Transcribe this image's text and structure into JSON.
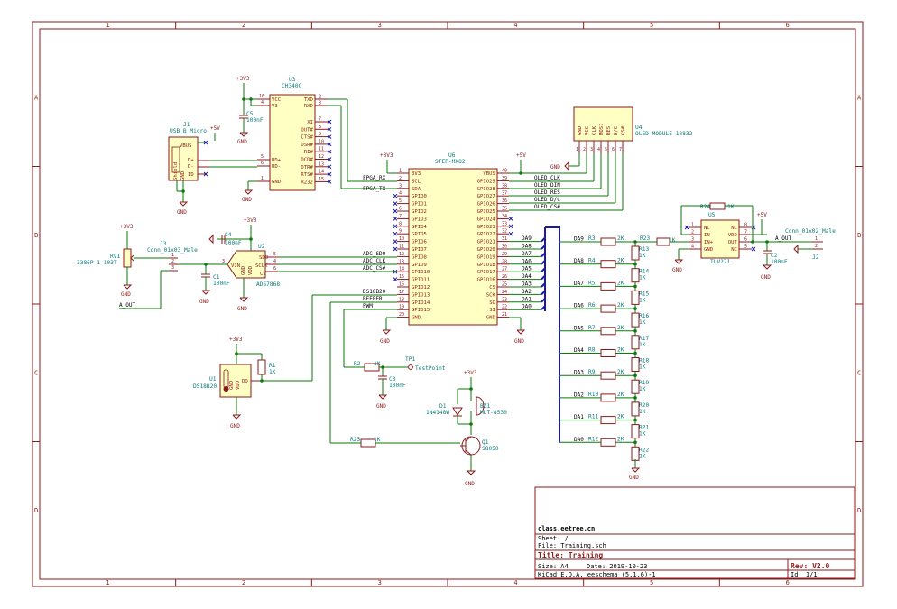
{
  "frame": {
    "columns": [
      "1",
      "2",
      "3",
      "4",
      "5",
      "6"
    ],
    "rows": [
      "A",
      "B",
      "C",
      "D"
    ]
  },
  "title_block": {
    "company": "class.eetree.cn",
    "sheet": "Sheet: /",
    "file": "File: Training.sch",
    "title": "Title: Training",
    "size": "Size: A4",
    "date": "Date: 2019-10-23",
    "rev": "Rev: V2.0",
    "tool": "KiCad E.D.A.  eeschema (5.1.6)-1",
    "id": "Id: 1/1"
  },
  "components": {
    "u3": {
      "ref": "U3",
      "value": "CH340C",
      "pins_left": [
        "VCC",
        "V3",
        "",
        "",
        "UD+",
        "UD-",
        "",
        "GND"
      ],
      "pins_right": [
        "TXD",
        "RXD",
        "XI",
        "OUT#",
        "CTS#",
        "DSR#",
        "RI#",
        "DCD#",
        "DTR#",
        "RTS#",
        "R232"
      ],
      "nums_left": [
        "16",
        "4",
        "5",
        "6",
        "1"
      ],
      "nums_right": [
        "2",
        "3",
        "7",
        "8",
        "9",
        "10",
        "11",
        "12",
        "13",
        "14",
        "15"
      ]
    },
    "j1": {
      "ref": "J1",
      "value": "USB_B_Micro",
      "pins": [
        "VBUS",
        "D+",
        "D-",
        "ID",
        "Shield",
        "GND"
      ]
    },
    "c5": {
      "ref": "C5",
      "value": "100nF"
    },
    "u6": {
      "ref": "U6",
      "value": "STEP-MXO2",
      "pins_left": [
        "3V3",
        "SCL",
        "SDA",
        "GPIO0",
        "GPIO1",
        "GPIO2",
        "GPIO3",
        "GPIO4",
        "GPIO5",
        "GPIO6",
        "GPIO7",
        "GPIO8",
        "GPIO9",
        "GPIO10",
        "GPIO11",
        "GPIO12",
        "GPIO13",
        "GPIO14",
        "GPIO15",
        "GND"
      ],
      "nums_left": [
        "1",
        "2",
        "3",
        "4",
        "5",
        "6",
        "7",
        "8",
        "9",
        "10",
        "11",
        "12",
        "13",
        "14",
        "15",
        "16",
        "17",
        "18",
        "19",
        "20"
      ],
      "pins_right": [
        "VBUS",
        "GPIO29",
        "GPIO28",
        "GPIO27",
        "GPIO26",
        "GPIO25",
        "GPIO24",
        "GPIO23",
        "GPIO22",
        "GPIO21",
        "GPIO20",
        "GPIO19",
        "GPIO18",
        "GPIO17",
        "GPIO16",
        "CS",
        "SCK",
        "SO",
        "SI",
        "GND"
      ],
      "nums_right": [
        "40",
        "39",
        "38",
        "37",
        "36",
        "35",
        "34",
        "33",
        "32",
        "31",
        "30",
        "29",
        "28",
        "27",
        "26",
        "25",
        "24",
        "23",
        "22",
        "21"
      ]
    },
    "u4": {
      "ref": "U4",
      "value": "OLED-MODULE-12832",
      "pins": [
        "GND",
        "VCC",
        "CLK",
        "MOSI",
        "RES",
        "D/C",
        "CS#"
      ],
      "nums": [
        "1",
        "2",
        "3",
        "4",
        "5",
        "6",
        "7"
      ]
    },
    "u2": {
      "ref": "U2",
      "value": "ADS7868",
      "pins": [
        "SDO",
        "SCLK",
        "CS",
        "VIN",
        "GND",
        "VDD"
      ],
      "nums": [
        "5",
        "4",
        "6",
        "3",
        "2",
        "1"
      ]
    },
    "c4": {
      "ref": "C4",
      "value": "100nF"
    },
    "c1": {
      "ref": "C1",
      "value": "100nF"
    },
    "rv1": {
      "ref": "RV1",
      "value": "3386P-1-103T"
    },
    "j3": {
      "ref": "J3",
      "value": "Conn_01x03_Male",
      "nums": [
        "1",
        "2",
        "3"
      ]
    },
    "u1": {
      "ref": "U1",
      "value": "DS18B20",
      "pins": [
        "GND",
        "VDD",
        "DQ"
      ],
      "nums": [
        "1",
        "3",
        "2"
      ]
    },
    "r1": {
      "ref": "R1",
      "value": "1K"
    },
    "r2": {
      "ref": "R2",
      "value": "1K"
    },
    "tp1": {
      "ref": "TP1",
      "value": "TestPoint"
    },
    "c3": {
      "ref": "C3",
      "value": "100nF"
    },
    "d1": {
      "ref": "D1",
      "value": "1N4148W"
    },
    "bz1": {
      "ref": "BZ1",
      "value": "MLT-8530"
    },
    "r25": {
      "ref": "R25",
      "value": "1K"
    },
    "q1": {
      "ref": "Q1",
      "value": "S8050"
    },
    "r24": {
      "ref": "R24",
      "value": "1K"
    },
    "r23": {
      "ref": "R23",
      "value": "1K"
    },
    "u5": {
      "ref": "U5",
      "value": "TLV271",
      "pins_left": [
        "NC",
        "IN-",
        "IN+",
        "GND"
      ],
      "pins_right": [
        "NC",
        "VDD",
        "OUT",
        "NC"
      ],
      "nums_left": [
        "1",
        "2",
        "3",
        "4"
      ],
      "nums_right": [
        "8",
        "7",
        "6",
        "5"
      ]
    },
    "c2": {
      "ref": "C2",
      "value": "100nF"
    },
    "j2": {
      "ref": "J2",
      "value": "Conn_01x02_Male",
      "nums": [
        "1",
        "2"
      ]
    }
  },
  "ladder_series": [
    {
      "net": "DA9",
      "ref": "R3",
      "value": "2K"
    },
    {
      "net": "DA8",
      "ref": "R4",
      "value": "2K"
    },
    {
      "net": "DA7",
      "ref": "R5",
      "value": "2K"
    },
    {
      "net": "DA6",
      "ref": "R6",
      "value": "2K"
    },
    {
      "net": "DA5",
      "ref": "R7",
      "value": "2K"
    },
    {
      "net": "DA4",
      "ref": "R8",
      "value": "2K"
    },
    {
      "net": "DA3",
      "ref": "R9",
      "value": "2K"
    },
    {
      "net": "DA2",
      "ref": "R10",
      "value": "2K"
    },
    {
      "net": "DA1",
      "ref": "R11",
      "value": "2K"
    },
    {
      "net": "DA0",
      "ref": "R12",
      "value": "2K"
    }
  ],
  "ladder_shunt": [
    {
      "ref": "R13",
      "value": "1K"
    },
    {
      "ref": "R14",
      "value": "1K"
    },
    {
      "ref": "R15",
      "value": "1K"
    },
    {
      "ref": "R16",
      "value": "1K"
    },
    {
      "ref": "R17",
      "value": "1K"
    },
    {
      "ref": "R18",
      "value": "1K"
    },
    {
      "ref": "R19",
      "value": "1K"
    },
    {
      "ref": "R20",
      "value": "1K"
    },
    {
      "ref": "R21",
      "value": "1K"
    },
    {
      "ref": "R22",
      "value": "2K"
    }
  ],
  "bus_nets": [
    "DA9",
    "DA8",
    "DA7",
    "DA6",
    "DA5",
    "DA4",
    "DA3",
    "DA2",
    "DA1",
    "DA0"
  ],
  "nets": {
    "fpga_rx": "FPGA_RX",
    "fpga_tx": "FPGA_TX",
    "oled_clk": "OLED_CLK",
    "oled_din": "OLED_DIN",
    "oled_res": "OLED_RES",
    "oled_dc": "OLED_D/C",
    "oled_cs": "OLED_CS#",
    "adc_sdo": "ADC_SDO",
    "adc_clk": "ADC_CLK",
    "adc_cs": "ADC_CS#",
    "ds18b20": "DS18B20",
    "beeper": "BEEPER",
    "pwm": "PWM",
    "a_out": "A_OUT"
  },
  "power": {
    "p3v3": "+3V3",
    "p5v": "+5V",
    "gnd": "GND"
  }
}
